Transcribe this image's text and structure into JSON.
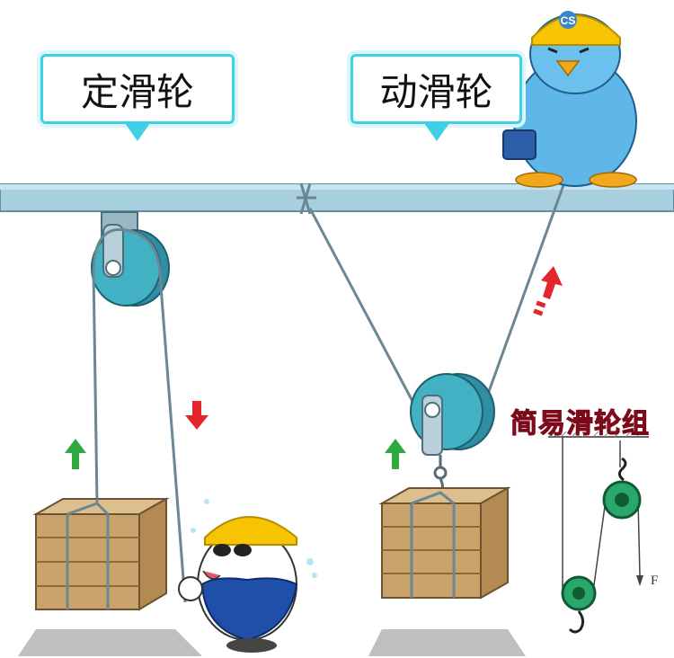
{
  "labels": {
    "fixed_pulley": "定滑轮",
    "movable_pulley": "动滑轮",
    "pulley_block": "简易滑轮组",
    "force": "F"
  },
  "helmet_logo": "CS",
  "colors": {
    "beam": "#9fc6d8",
    "pulley": "#3aa6b9",
    "rope": "#6b8794",
    "crate": "#c9a36b",
    "up_arrow": "#2eaa3e",
    "down_arrow": "#e2262b",
    "helmet": "#f6c400",
    "bird": "#5fb6e8",
    "title_red": "#c8102e",
    "callout_border": "#3fd0e6"
  },
  "icons": [
    "up-arrow-icon",
    "down-arrow-icon",
    "hook-icon"
  ]
}
